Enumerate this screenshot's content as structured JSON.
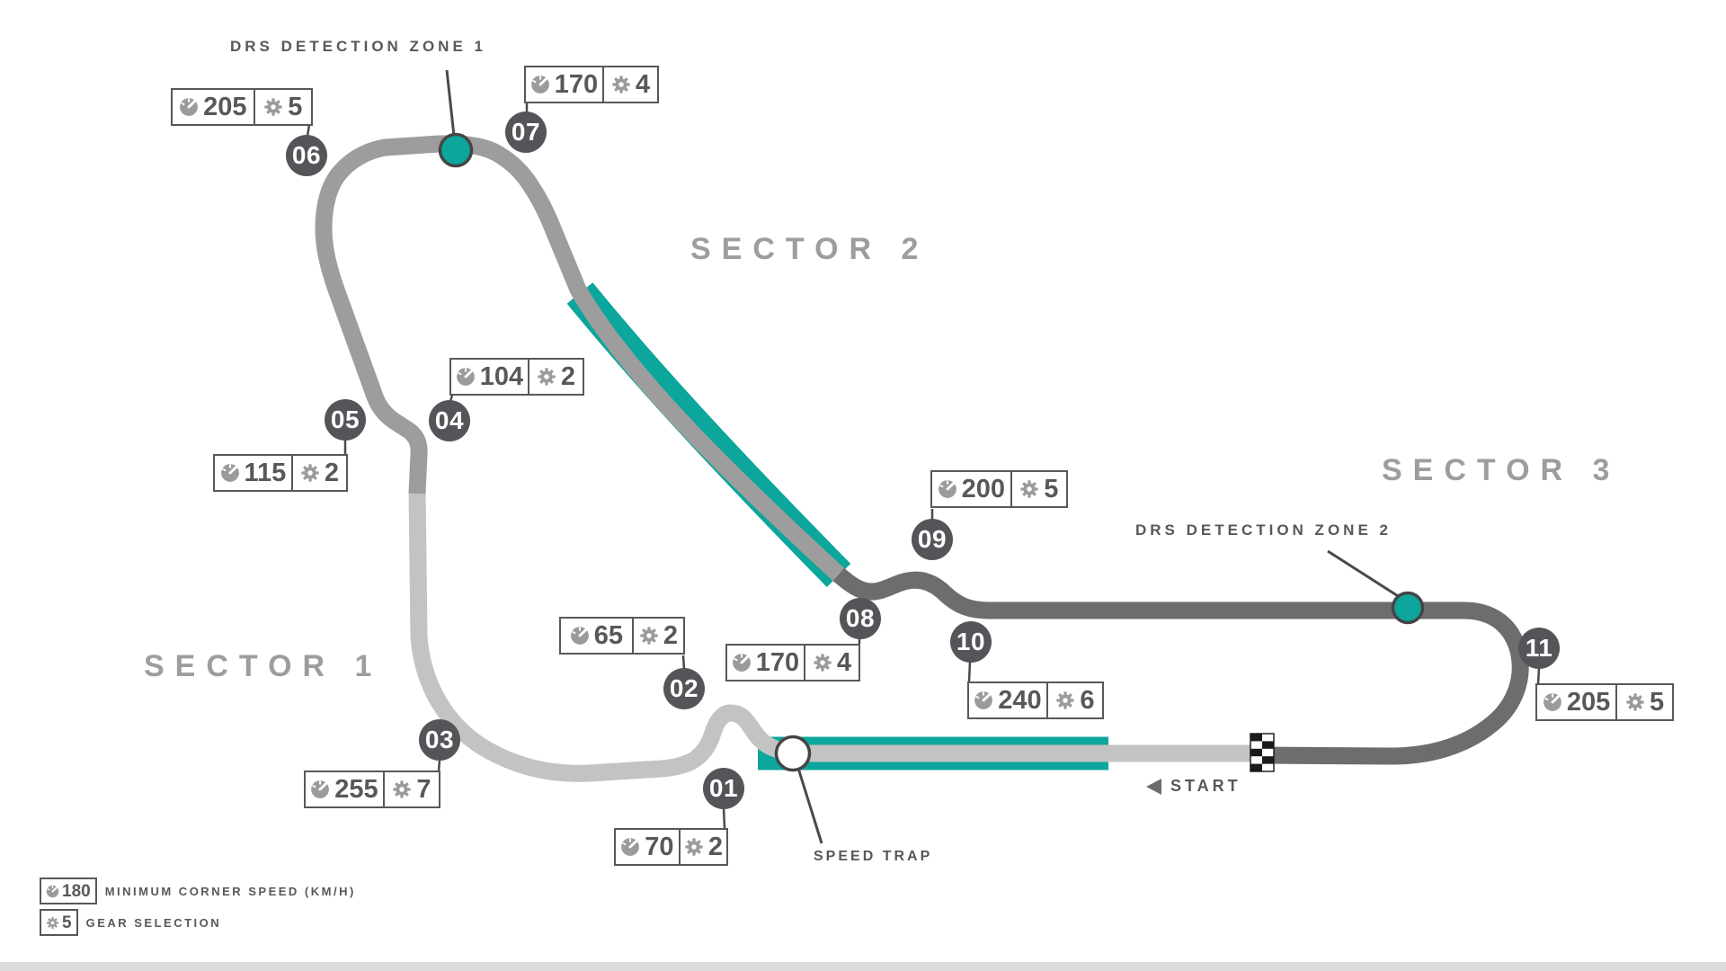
{
  "track": {
    "name_hint": "circuit-map",
    "drs_zone_labels": [
      "DRS DETECTION ZONE 1",
      "DRS DETECTION ZONE 2"
    ],
    "sector_labels": [
      "SECTOR 1",
      "SECTOR 2",
      "SECTOR 3"
    ],
    "speed_trap_label": "SPEED TRAP",
    "start_label": "START",
    "corners": [
      {
        "n": "01",
        "speed": "70",
        "gear": "2"
      },
      {
        "n": "02",
        "speed": "65",
        "gear": "2"
      },
      {
        "n": "03",
        "speed": "255",
        "gear": "7"
      },
      {
        "n": "04",
        "speed": "104",
        "gear": "2"
      },
      {
        "n": "05",
        "speed": "115",
        "gear": "2"
      },
      {
        "n": "06",
        "speed": "205",
        "gear": "5"
      },
      {
        "n": "07",
        "speed": "170",
        "gear": "4"
      },
      {
        "n": "08",
        "speed": "170",
        "gear": "4"
      },
      {
        "n": "09",
        "speed": "200",
        "gear": "5"
      },
      {
        "n": "10",
        "speed": "240",
        "gear": "6"
      },
      {
        "n": "11",
        "speed": "205",
        "gear": "5"
      }
    ],
    "legend": {
      "speed_example": "180",
      "speed_label": "MINIMUM CORNER SPEED (KM/H)",
      "gear_example": "5",
      "gear_label": "GEAR SELECTION"
    },
    "colors": {
      "drs_teal": "#0ca69c",
      "sector1_track": "#c3c3c3",
      "sector2_track": "#9d9d9d",
      "sector3_track": "#6d6d6d",
      "label_dark": "#58585a",
      "icon_gray": "#9b9b9b"
    }
  }
}
